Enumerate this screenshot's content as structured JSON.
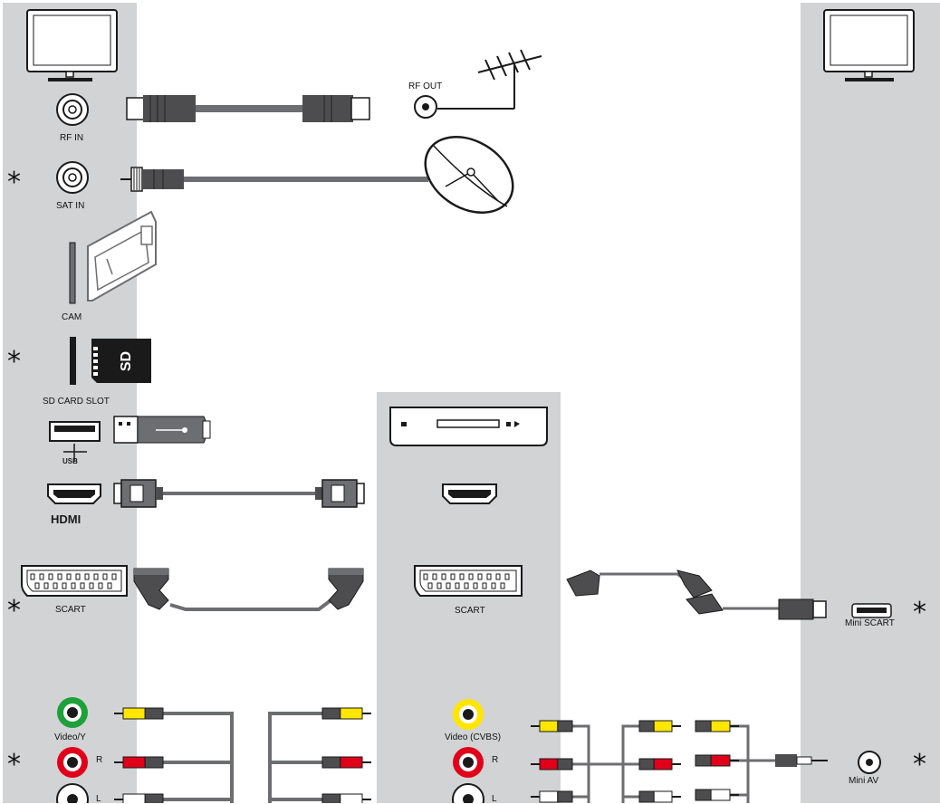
{
  "labels": {
    "rf_in": "RF IN",
    "rf_out": "RF OUT",
    "sat_in": "SAT IN",
    "cam": "CAM",
    "sd_card_slot": "SD CARD SLOT",
    "sd_badge": "SD",
    "usb_logo": "USB",
    "hdmi_logo": "HDMI",
    "scart_tv": "SCART",
    "scart_device": "SCART",
    "mini_scart": "Mini SCART",
    "video_y": "Video/Y",
    "video_cvbs": "Video (CVBS)",
    "r_tv": "R",
    "r_device": "R",
    "l_tv": "L",
    "l_device": "L",
    "mini_av": "Mini AV"
  },
  "markers": {
    "asterisk": "*"
  },
  "colors": {
    "panel": "#d2d3d5",
    "cable": "#6d6e71",
    "plug": "#4d4d4f",
    "green": "#1ea03a",
    "red": "#e0001a",
    "yellow": "#ffe600",
    "white": "#ffffff",
    "outline": "#1a1a1a"
  }
}
